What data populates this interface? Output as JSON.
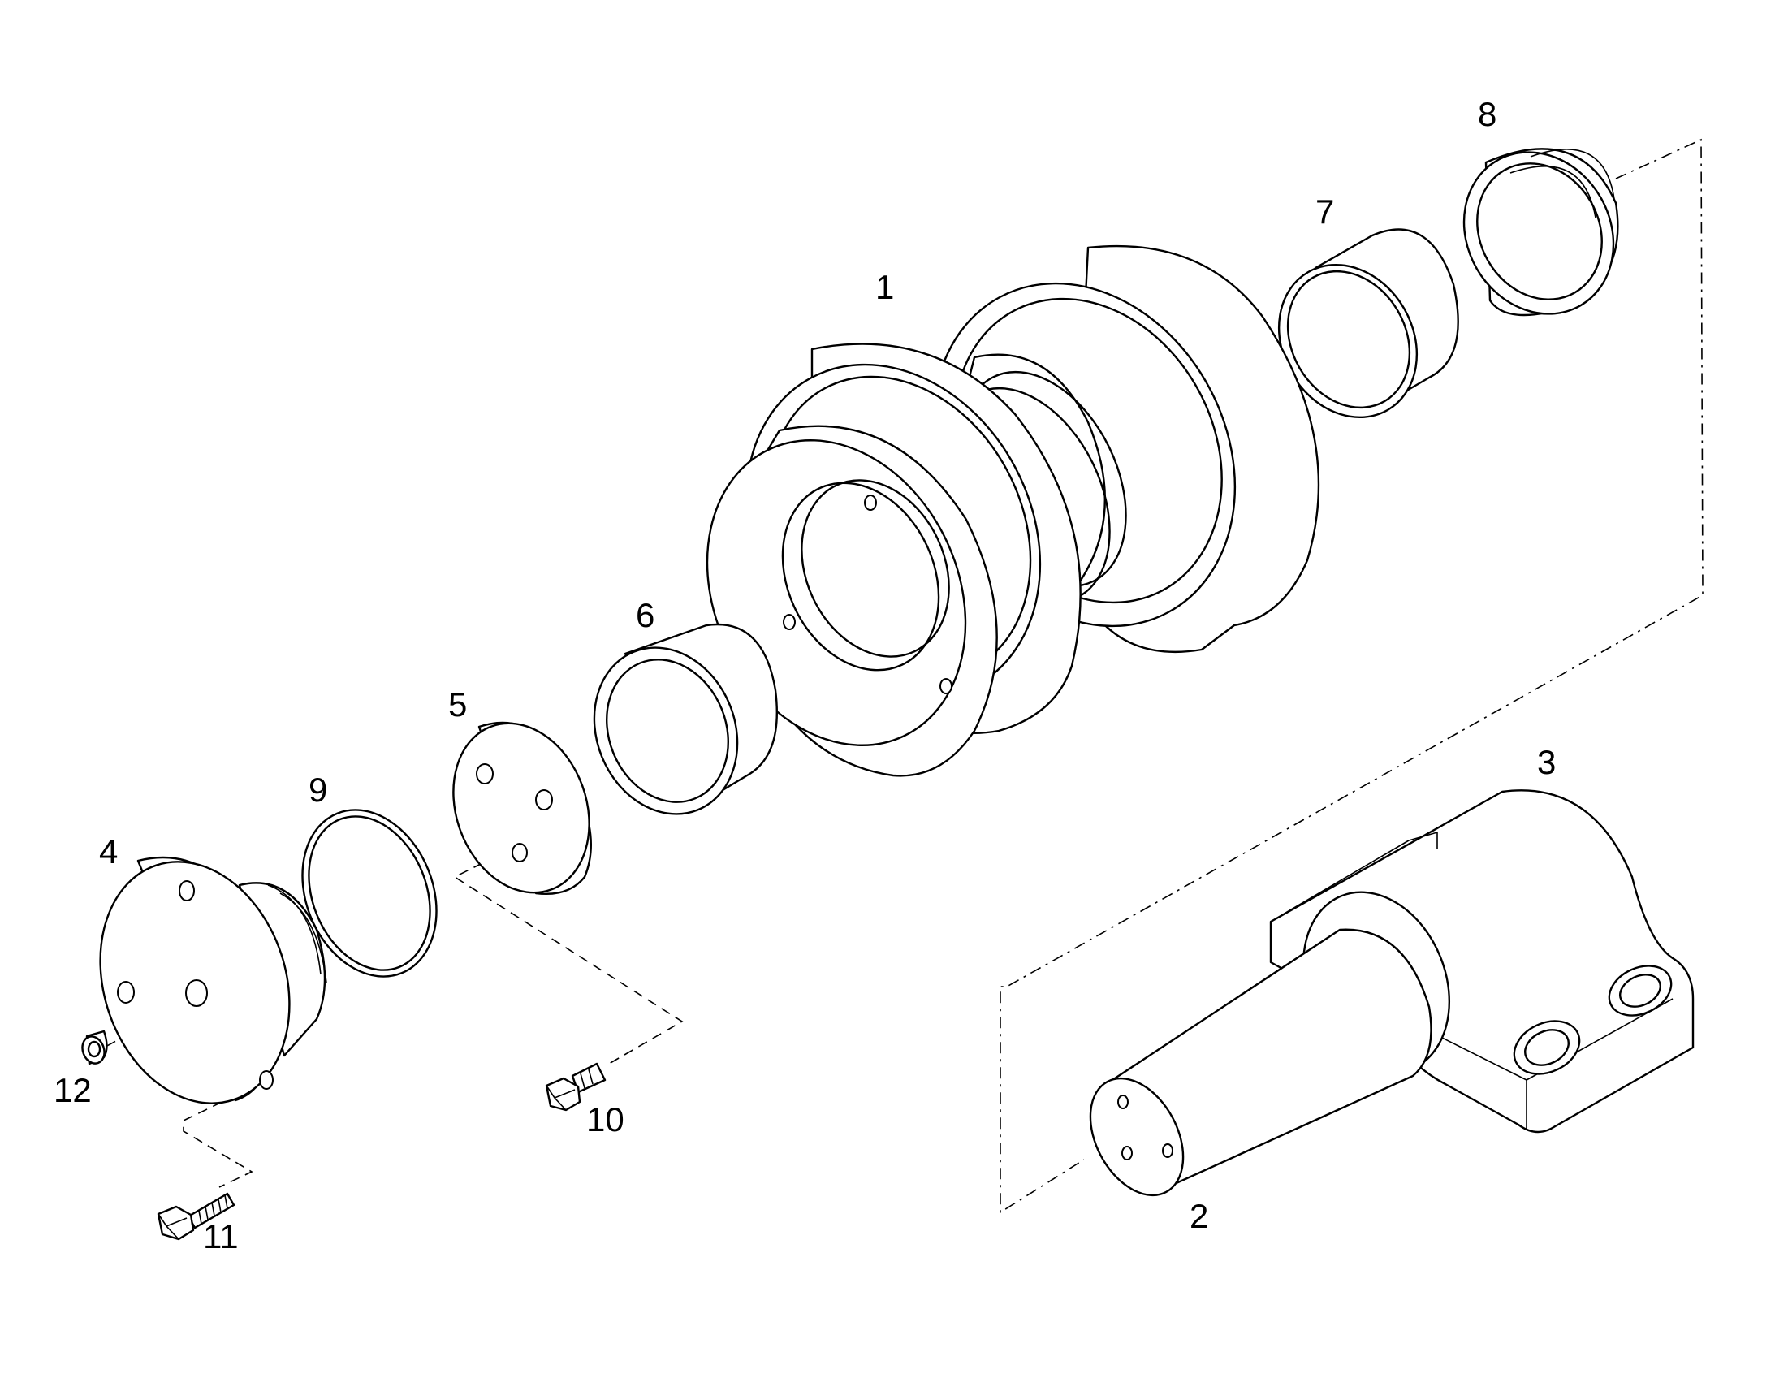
{
  "callouts": {
    "c1": "1",
    "c2": "2",
    "c3": "3",
    "c4": "4",
    "c5": "5",
    "c6": "6",
    "c7": "7",
    "c8": "8",
    "c9": "9",
    "c10": "10",
    "c11": "11",
    "c12": "12"
  },
  "parts": [
    {
      "ref": "1",
      "kind": "roller-body"
    },
    {
      "ref": "2",
      "kind": "shaft"
    },
    {
      "ref": "3",
      "kind": "bracket"
    },
    {
      "ref": "4",
      "kind": "end-cap"
    },
    {
      "ref": "5",
      "kind": "plate"
    },
    {
      "ref": "6",
      "kind": "bushing"
    },
    {
      "ref": "7",
      "kind": "bushing"
    },
    {
      "ref": "8",
      "kind": "seal"
    },
    {
      "ref": "9",
      "kind": "o-ring"
    },
    {
      "ref": "10",
      "kind": "bolt"
    },
    {
      "ref": "11",
      "kind": "bolt"
    },
    {
      "ref": "12",
      "kind": "plug"
    }
  ]
}
